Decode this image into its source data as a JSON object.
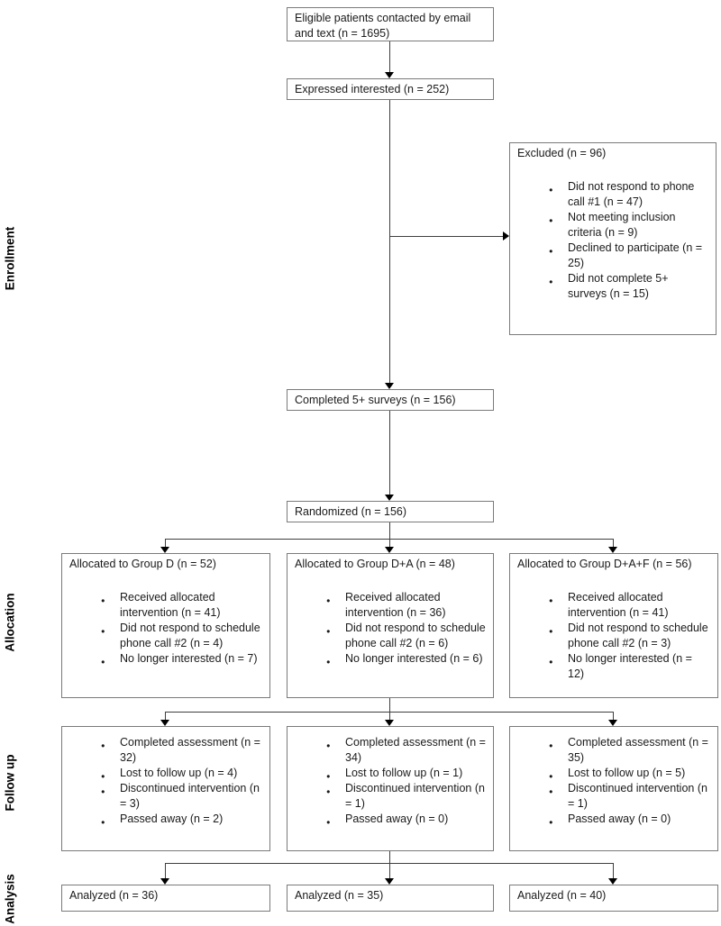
{
  "stage_labels": [
    "Enrollment",
    "Allocation",
    "Follow up",
    "Analysis"
  ],
  "boxes": {
    "eligible": "Eligible patients contacted by email and text (n = 1695)",
    "expressed": "Expressed interested (n = 252)",
    "excluded": {
      "title": "Excluded (n = 96)",
      "bullets": [
        "Did not respond to phone call #1 (n = 47)",
        "Not meeting inclusion criteria (n = 9)",
        "Declined to participate (n = 25)",
        "Did not complete 5+ surveys (n = 15)"
      ]
    },
    "completed": "Completed 5+ surveys (n = 156)",
    "randomized": "Randomized (n = 156)",
    "allocation": [
      {
        "title": "Allocated to Group D (n = 52)",
        "bullets": [
          "Received allocated intervention (n = 41)",
          "Did not respond to schedule phone call #2 (n = 4)",
          "No longer interested (n = 7)"
        ]
      },
      {
        "title": "Allocated to Group D+A (n = 48)",
        "bullets": [
          "Received allocated intervention (n = 36)",
          "Did not respond to schedule phone call #2 (n = 6)",
          "No longer interested (n = 6)"
        ]
      },
      {
        "title": "Allocated to Group D+A+F (n = 56)",
        "bullets": [
          "Received allocated intervention (n = 41)",
          "Did not respond to schedule phone call #2 (n = 3)",
          "No longer interested (n = 12)"
        ]
      }
    ],
    "followup": [
      {
        "bullets": [
          "Completed assessment (n = 32)",
          "Lost to follow up (n = 4)",
          "Discontinued intervention (n = 3)",
          "Passed away (n = 2)"
        ]
      },
      {
        "bullets": [
          "Completed assessment (n = 34)",
          "Lost to follow up (n = 1)",
          "Discontinued intervention (n = 1)",
          "Passed away (n = 0)"
        ]
      },
      {
        "bullets": [
          "Completed assessment (n = 35)",
          "Lost to follow up (n = 5)",
          "Discontinued intervention (n = 1)",
          "Passed away (n = 0)"
        ]
      }
    ],
    "analyzed": [
      "Analyzed (n = 36)",
      "Analyzed (n = 35)",
      "Analyzed (n = 40)"
    ]
  },
  "colors": {
    "box_border": "#7a7a7a",
    "connector_line": "#3f3f3f",
    "arrowhead": "#000000",
    "text": "#1a1a1a"
  }
}
